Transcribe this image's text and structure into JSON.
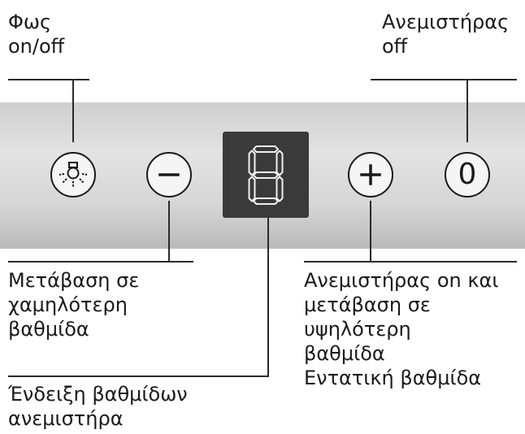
{
  "labels": {
    "light_toggle": "Φως\non/off",
    "fan_off": "Ανεμιστήρας\noff",
    "lower_level": "Μετάβαση σε\nχαμηλότερη\nβαθμίδα",
    "fan_on_higher": "Ανεμιστήρας on και\nμετάβαση σε\nυψηλότερη\nβαθμίδα\nΕντατική βαθμίδα",
    "level_display": "Ένδειξη βαθμίδων\nανεμιστήρα"
  },
  "controls": {
    "off_symbol": "0",
    "display_digit": "8"
  },
  "colors": {
    "panel": "#d6d6d6",
    "display": "#3a3a3a",
    "segment": "#f0f0f0",
    "line": "#2a2a2a"
  },
  "icons": {
    "light": "bulb-icon",
    "minus": "minus-icon",
    "plus": "plus-icon"
  }
}
